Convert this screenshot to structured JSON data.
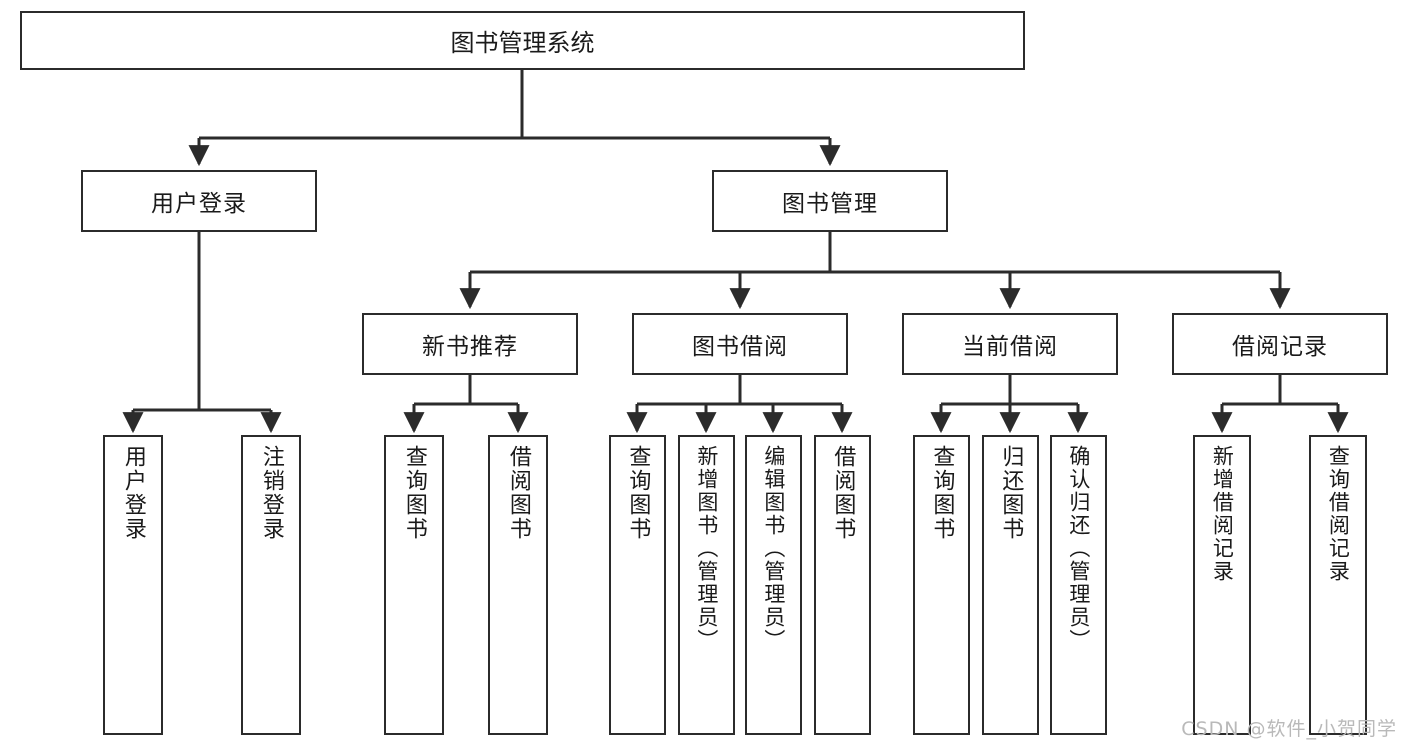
{
  "diagram": {
    "type": "tree-hierarchy",
    "title": "图书管理系统",
    "root": {
      "label": "图书管理系统"
    },
    "level2": [
      {
        "id": "user-login",
        "label": "用户登录"
      },
      {
        "id": "book-management",
        "label": "图书管理"
      }
    ],
    "level3": [
      {
        "id": "new-book-recommend",
        "label": "新书推荐",
        "parent": "book-management"
      },
      {
        "id": "book-borrow",
        "label": "图书借阅",
        "parent": "book-management"
      },
      {
        "id": "current-borrow",
        "label": "当前借阅",
        "parent": "book-management"
      },
      {
        "id": "borrow-record",
        "label": "借阅记录",
        "parent": "book-management"
      }
    ],
    "leaves": {
      "user-login": [
        {
          "id": "leaf-user-login",
          "label": "用户登录"
        },
        {
          "id": "leaf-logout",
          "label": "注销登录"
        }
      ],
      "new-book-recommend": [
        {
          "id": "leaf-query-book-1",
          "label": "查询图书"
        },
        {
          "id": "leaf-borrow-book-1",
          "label": "借阅图书"
        }
      ],
      "book-borrow": [
        {
          "id": "leaf-query-book-2",
          "label": "查询图书"
        },
        {
          "id": "leaf-add-book",
          "label": "新增图书（管理员）"
        },
        {
          "id": "leaf-edit-book",
          "label": "编辑图书（管理员）"
        },
        {
          "id": "leaf-borrow-book-2",
          "label": "借阅图书"
        }
      ],
      "current-borrow": [
        {
          "id": "leaf-query-book-3",
          "label": "查询图书"
        },
        {
          "id": "leaf-return-book",
          "label": "归还图书"
        },
        {
          "id": "leaf-confirm-return",
          "label": "确认归还（管理员）"
        }
      ],
      "borrow-record": [
        {
          "id": "leaf-add-record",
          "label": "新增借阅记录"
        },
        {
          "id": "leaf-query-record",
          "label": "查询借阅记录"
        }
      ]
    }
  },
  "watermark": {
    "text": "CSDN @软件_小贺同学"
  },
  "colors": {
    "stroke": "#2b2b2b",
    "background": "#ffffff",
    "text": "#1a1a1a",
    "watermark": "#b9b9b9"
  }
}
